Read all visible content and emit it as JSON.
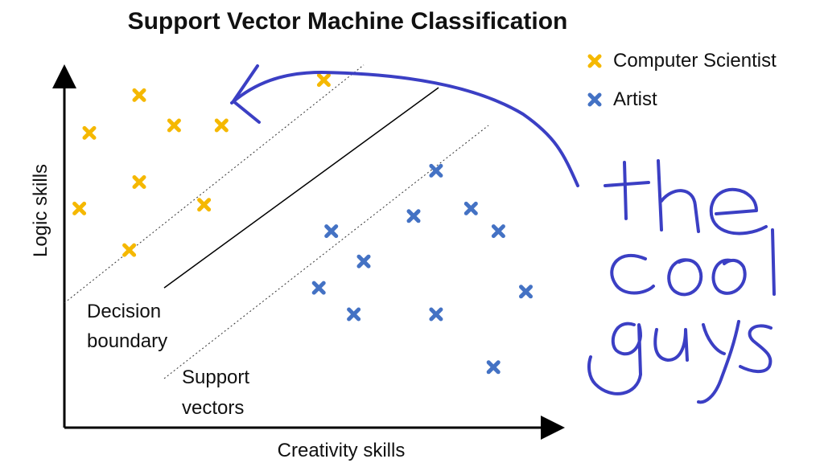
{
  "title": "Support Vector Machine Classification",
  "axes": {
    "x_label": "Creativity skills",
    "y_label": "Logic skills"
  },
  "annotations": {
    "decision_boundary_line1": "Decision",
    "decision_boundary_line2": "boundary",
    "support_vectors_line1": "Support",
    "support_vectors_line2": "vectors"
  },
  "legend": {
    "items": [
      {
        "label": "Computer Scientist",
        "color": "#f5b800"
      },
      {
        "label": "Artist",
        "color": "#4472c4"
      }
    ]
  },
  "handwriting": {
    "text_lines": [
      "the",
      "cool",
      "guys"
    ],
    "color": "#3b3fc4"
  },
  "chart_data": {
    "type": "scatter",
    "title": "Support Vector Machine Classification",
    "xlabel": "Creativity skills",
    "ylabel": "Logic skills",
    "grid": false,
    "legend_placement": "top-right",
    "series": [
      {
        "name": "Computer Scientist",
        "color": "#f5b800",
        "points": [
          [
            0.3,
            0.88
          ],
          [
            0.1,
            0.78
          ],
          [
            0.44,
            0.8
          ],
          [
            0.63,
            0.8
          ],
          [
            0.3,
            0.65
          ],
          [
            0.06,
            0.58
          ],
          [
            0.56,
            0.59
          ],
          [
            0.26,
            0.47
          ],
          [
            1.04,
            0.92
          ]
        ]
      },
      {
        "name": "Artist",
        "color": "#4472c4",
        "points": [
          [
            1.49,
            0.68
          ],
          [
            1.63,
            0.58
          ],
          [
            1.4,
            0.56
          ],
          [
            1.74,
            0.52
          ],
          [
            1.07,
            0.52
          ],
          [
            1.2,
            0.44
          ],
          [
            1.02,
            0.37
          ],
          [
            1.85,
            0.36
          ],
          [
            1.16,
            0.3
          ],
          [
            1.49,
            0.3
          ],
          [
            1.72,
            0.16
          ]
        ]
      }
    ],
    "lines": [
      {
        "name": "Decision boundary",
        "style": "solid",
        "from": [
          0.4,
          0.37
        ],
        "to": [
          1.5,
          0.9
        ]
      },
      {
        "name": "Support vector upper",
        "style": "dotted",
        "from": [
          0.0,
          0.33
        ],
        "to": [
          1.2,
          0.96
        ]
      },
      {
        "name": "Support vector lower",
        "style": "dotted",
        "from": [
          0.4,
          0.13
        ],
        "to": [
          1.7,
          0.8
        ]
      }
    ]
  }
}
